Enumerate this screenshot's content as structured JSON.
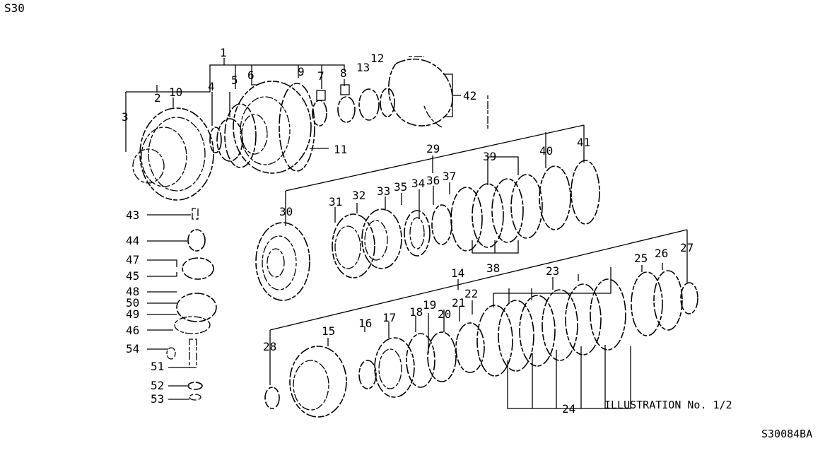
{
  "page_code": "S30",
  "illustration_note": "ILLUSTRATION No. 1/2",
  "drawing_id": "S30084BA",
  "callouts": [
    "1",
    "2",
    "3",
    "4",
    "5",
    "6",
    "7",
    "8",
    "9",
    "10",
    "11",
    "12",
    "13",
    "14",
    "15",
    "16",
    "17",
    "18",
    "19",
    "20",
    "21",
    "22",
    "23",
    "24",
    "25",
    "26",
    "27",
    "28",
    "29",
    "30",
    "31",
    "32",
    "33",
    "34",
    "35",
    "36",
    "37",
    "38",
    "39",
    "40",
    "41",
    "42",
    "43",
    "44",
    "45",
    "46",
    "47",
    "48",
    "49",
    "50",
    "51",
    "52",
    "53",
    "54"
  ]
}
